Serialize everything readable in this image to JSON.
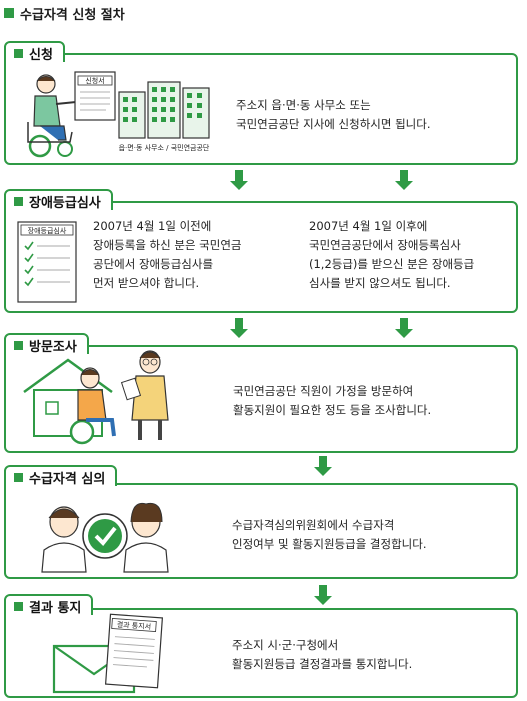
{
  "title": "수급자격 신청 절차",
  "steps": [
    {
      "label": "신청",
      "illus_form": "신청서",
      "illus_caption": "읍·면·동 사무소 / 국민연금공단",
      "lines": [
        "주소지 읍·면·동 사무소 또는",
        "국민연금공단 지사에 신청하시면 됩니다."
      ]
    },
    {
      "label": "장애등급심사",
      "illus_form": "장애등급심사",
      "left_lines": [
        "2007년 4월 1일 이전에",
        "장애등록을 하신 분은 국민연금",
        "공단에서 장애등급심사를",
        "먼저 받으셔야 합니다."
      ],
      "right_lines": [
        "2007년 4월 1일 이후에",
        "국민연금공단에서 장애등록심사",
        "(1,2등급)를 받으신 분은 장애등급",
        "심사를 받지 않으셔도 됩니다."
      ]
    },
    {
      "label": "방문조사",
      "lines": [
        "국민연금공단 직원이 가정을 방문하여",
        "활동지원이 필요한 정도 등을 조사합니다."
      ]
    },
    {
      "label": "수급자격 심의",
      "lines": [
        "수급자격심의위원회에서 수급자격",
        "인정여부 및 활동지원등급을 결정합니다."
      ]
    },
    {
      "label": "결과 통지",
      "illus_form": "결과 통지서",
      "lines": [
        "주소지 시·군·구청에서",
        "활동지원등급 결정결과를 통지합니다."
      ]
    }
  ],
  "colors": {
    "accent": "#2f9a45",
    "text": "#222222"
  },
  "icons": [
    "wheelchair-user-icon",
    "application-form-icon",
    "building-icon",
    "checklist-icon",
    "house-icon",
    "interviewer-icon",
    "checkmark-icon",
    "committee-icon",
    "envelope-icon",
    "notice-form-icon"
  ]
}
